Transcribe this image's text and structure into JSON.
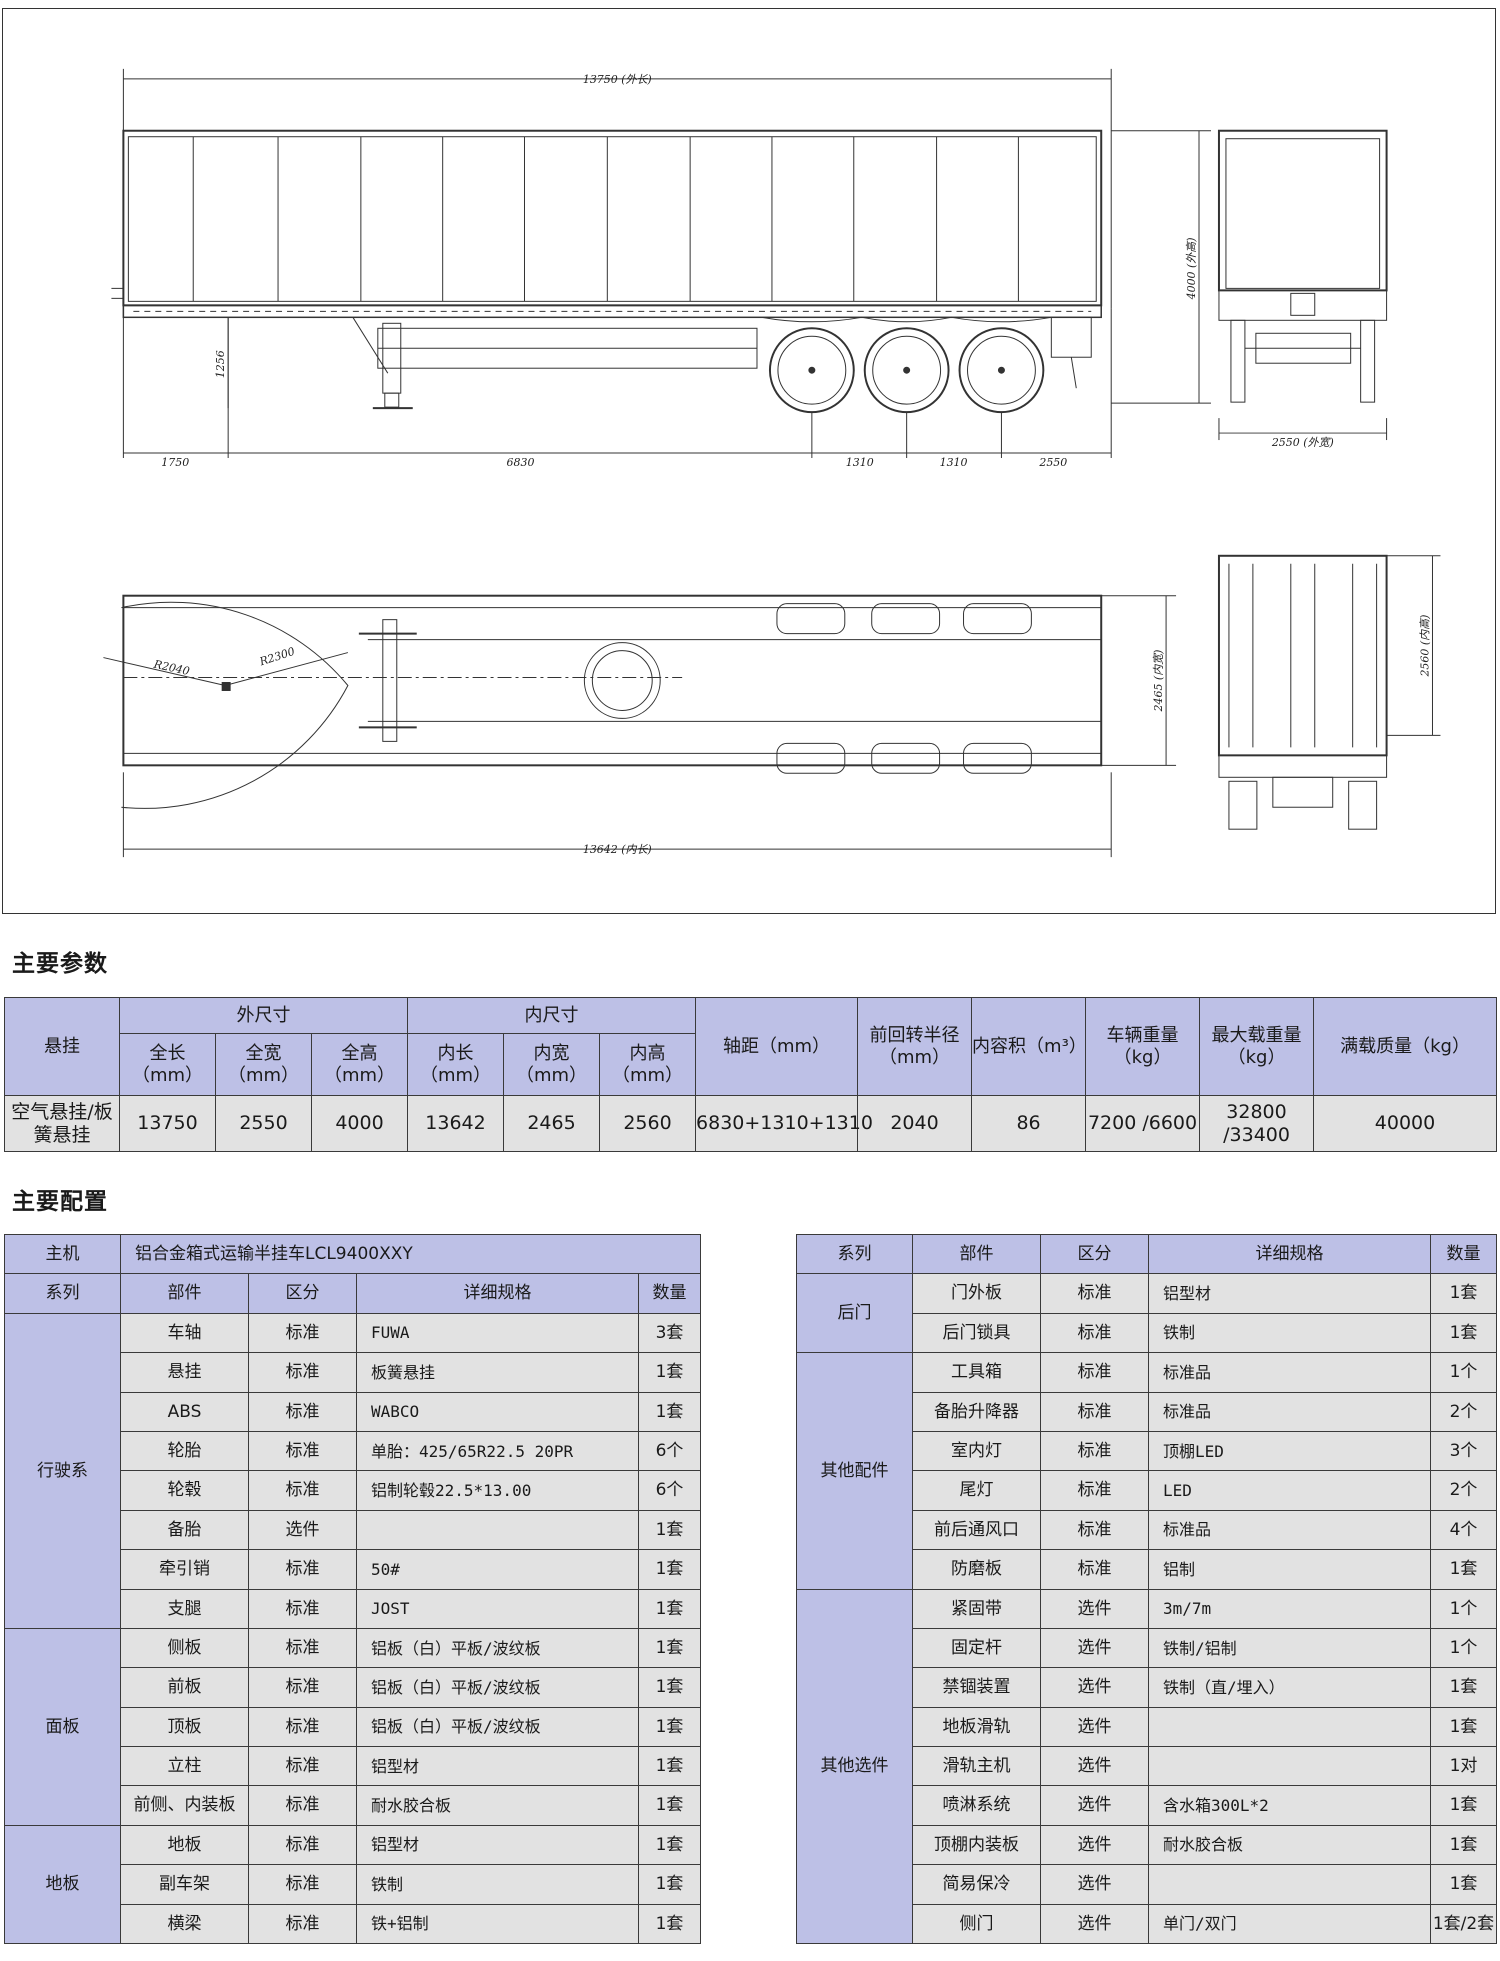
{
  "drawing": {
    "dims": {
      "overall_length": "13750 (外长)",
      "overall_height": "4000 (外高)",
      "kingpin_height": "1256",
      "front_overhang": "1750",
      "wheelbase": "6830",
      "axle_spacing_1": "1310",
      "axle_spacing_2": "1310",
      "rear_overhang": "2550",
      "overall_width": "2550 (外宽)",
      "swing_radius_1": "R2040",
      "swing_radius_2": "R2300",
      "inner_width": "2465 (内宽)",
      "inner_height": "2560 (内高)",
      "inner_length": "13642 (内长)"
    }
  },
  "params": {
    "title": "主要参数",
    "headers": {
      "suspension": "悬挂",
      "outer": "外尺寸",
      "inner": "内尺寸",
      "outer_len": "全长（mm）",
      "outer_w": "全宽（mm）",
      "outer_h": "全高（mm）",
      "inner_len": "内长（mm）",
      "inner_w": "内宽（mm）",
      "inner_h": "内高（mm）",
      "wheelbase": "轴距（mm）",
      "turn_radius": "前回转半径（mm）",
      "volume": "内容积（m³）",
      "curb_weight": "车辆重量（kg）",
      "max_load": "最大载重量（kg）",
      "gross": "满载质量（kg）"
    },
    "row": {
      "suspension": "空气悬挂/板簧悬挂",
      "outer_len": "13750",
      "outer_w": "2550",
      "outer_h": "4000",
      "inner_len": "13642",
      "inner_w": "2465",
      "inner_h": "2560",
      "wheelbase": "6830+1310+1310",
      "turn_radius": "2040",
      "volume": "86",
      "curb_weight": "7200 /6600",
      "max_load": "32800 /33400",
      "gross": "40000"
    }
  },
  "config": {
    "title": "主要配置",
    "host_label": "主机",
    "host_value": "铝合金箱式运输半挂车LCL9400XXY",
    "headers": {
      "series": "系列",
      "part": "部件",
      "kind": "区分",
      "spec": "详细规格",
      "qty": "数量"
    },
    "left_groups": [
      {
        "name": "行驶系",
        "rows": [
          {
            "part": "车轴",
            "kind": "标准",
            "spec": "FUWA",
            "qty": "3套"
          },
          {
            "part": "悬挂",
            "kind": "标准",
            "spec": "板簧悬挂",
            "qty": "1套"
          },
          {
            "part": "ABS",
            "kind": "标准",
            "spec": "WABCO",
            "qty": "1套"
          },
          {
            "part": "轮胎",
            "kind": "标准",
            "spec": "单胎：425/65R22.5 20PR",
            "qty": "6个"
          },
          {
            "part": "轮毂",
            "kind": "标准",
            "spec": "铝制轮毂22.5*13.00",
            "qty": "6个"
          },
          {
            "part": "备胎",
            "kind": "选件",
            "spec": "",
            "qty": "1套"
          },
          {
            "part": "牵引销",
            "kind": "标准",
            "spec": "50#",
            "qty": "1套"
          },
          {
            "part": "支腿",
            "kind": "标准",
            "spec": "JOST",
            "qty": "1套"
          }
        ]
      },
      {
        "name": "面板",
        "rows": [
          {
            "part": "侧板",
            "kind": "标准",
            "spec": "铝板（白）平板/波纹板",
            "qty": "1套"
          },
          {
            "part": "前板",
            "kind": "标准",
            "spec": "铝板（白）平板/波纹板",
            "qty": "1套"
          },
          {
            "part": "顶板",
            "kind": "标准",
            "spec": "铝板（白）平板/波纹板",
            "qty": "1套"
          },
          {
            "part": "立柱",
            "kind": "标准",
            "spec": "铝型材",
            "qty": "1套"
          },
          {
            "part": "前侧、内装板",
            "kind": "标准",
            "spec": "耐水胶合板",
            "qty": "1套"
          }
        ]
      },
      {
        "name": "地板",
        "rows": [
          {
            "part": "地板",
            "kind": "标准",
            "spec": "铝型材",
            "qty": "1套"
          },
          {
            "part": "副车架",
            "kind": "标准",
            "spec": "铁制",
            "qty": "1套"
          },
          {
            "part": "横梁",
            "kind": "标准",
            "spec": "铁+铝制",
            "qty": "1套"
          }
        ]
      }
    ],
    "right_groups": [
      {
        "name": "后门",
        "rows": [
          {
            "part": "门外板",
            "kind": "标准",
            "spec": "铝型材",
            "qty": "1套"
          },
          {
            "part": "后门锁具",
            "kind": "标准",
            "spec": "铁制",
            "qty": "1套"
          }
        ]
      },
      {
        "name": "其他配件",
        "rows": [
          {
            "part": "工具箱",
            "kind": "标准",
            "spec": "标准品",
            "qty": "1个"
          },
          {
            "part": "备胎升降器",
            "kind": "标准",
            "spec": "标准品",
            "qty": "2个"
          },
          {
            "part": "室内灯",
            "kind": "标准",
            "spec": "顶棚LED",
            "qty": "3个"
          },
          {
            "part": "尾灯",
            "kind": "标准",
            "spec": "LED",
            "qty": "2个"
          },
          {
            "part": "前后通风口",
            "kind": "标准",
            "spec": "标准品",
            "qty": "4个"
          },
          {
            "part": "防磨板",
            "kind": "标准",
            "spec": "铝制",
            "qty": "1套"
          }
        ]
      },
      {
        "name": "其他选件",
        "rows": [
          {
            "part": "紧固带",
            "kind": "选件",
            "spec": "3m/7m",
            "qty": "1个"
          },
          {
            "part": "固定杆",
            "kind": "选件",
            "spec": "铁制/铝制",
            "qty": "1个"
          },
          {
            "part": "禁锢装置",
            "kind": "选件",
            "spec": "铁制（直/埋入）",
            "qty": "1套"
          },
          {
            "part": "地板滑轨",
            "kind": "选件",
            "spec": "",
            "qty": "1套"
          },
          {
            "part": "滑轨主机",
            "kind": "选件",
            "spec": "",
            "qty": "1对"
          },
          {
            "part": "喷淋系统",
            "kind": "选件",
            "spec": "含水箱300L*2",
            "qty": "1套"
          },
          {
            "part": "顶棚内装板",
            "kind": "选件",
            "spec": "耐水胶合板",
            "qty": "1套"
          },
          {
            "part": "简易保冷",
            "kind": "选件",
            "spec": "",
            "qty": "1套"
          },
          {
            "part": "侧门",
            "kind": "选件",
            "spec": "单门/双门",
            "qty": "1套/2套"
          }
        ]
      }
    ]
  }
}
